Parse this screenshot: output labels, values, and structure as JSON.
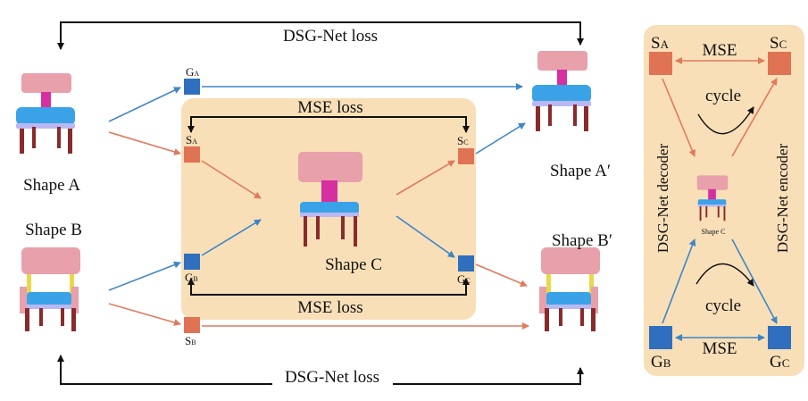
{
  "colors": {
    "panel_bg": "#f8dfb8",
    "geometry_blue": "#2f6fbe",
    "structure_orange": "#e07354",
    "arrow_blue": "#3d86c6",
    "arrow_orange": "#e07a5c",
    "chair_pink": "#e8a0aa",
    "chair_seat": "#3aa3e8",
    "chair_legs": "#8a2a2a",
    "chair_magenta": "#d62fa0",
    "chair_yellow": "#e8d84a"
  },
  "top_loss": "DSG-Net loss",
  "bottom_loss": "DSG-Net loss",
  "mse_top": "MSE loss",
  "mse_bottom": "MSE loss",
  "shapes": {
    "a": "Shape A",
    "b": "Shape B",
    "c": "Shape C",
    "a_prime": "Shape A′",
    "b_prime": "Shape B′"
  },
  "codes": {
    "ga": {
      "main": "G",
      "sub": "A"
    },
    "sa": {
      "main": "S",
      "sub": "A"
    },
    "gb": {
      "main": "G",
      "sub": "B"
    },
    "sb": {
      "main": "S",
      "sub": "B"
    },
    "sc": {
      "main": "S",
      "sub": "C"
    },
    "gc": {
      "main": "G",
      "sub": "C"
    }
  },
  "right_panel": {
    "sa": {
      "main": "S",
      "sub": "A"
    },
    "sc": {
      "main": "S",
      "sub": "C"
    },
    "gb": {
      "main": "G",
      "sub": "B"
    },
    "gc": {
      "main": "G",
      "sub": "C"
    },
    "mse_top": "MSE",
    "mse_bottom": "MSE",
    "cycle_top": "cycle",
    "cycle_bottom": "cycle",
    "decoder": "DSG-Net decoder",
    "encoder": "DSG-Net encoder",
    "shape_c_small": "Shape C"
  }
}
